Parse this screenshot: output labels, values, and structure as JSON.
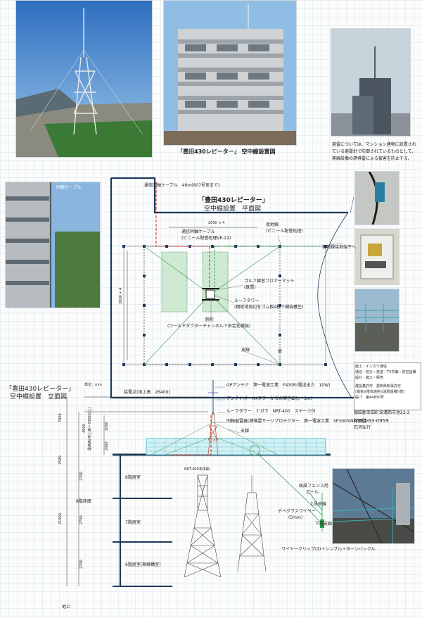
{
  "top": {
    "caption_title": "「豊田430レピーター」 空中線設置図",
    "note_lines": [
      "避雷については、マンション建物に設置され",
      "ている避雷針で防御されているものとして、",
      "無線設備の誘導雷による被害を防止する。"
    ]
  },
  "plan": {
    "title_line1": "「豊田430レピーター」",
    "title_line2": "空中線設置　平面図",
    "photo_label": "同軸ケーブル",
    "feed_cable": "通信同軸ケーブル　40m(607号室まで)",
    "cable_label_1": "通信同軸ケーブル",
    "cable_label_2": "(ビニール配管処理VE-22)",
    "ground_label_1": "接地線",
    "ground_label_2": "(ビニール配管処理)",
    "ground_terminal": "接地線接地端子へ",
    "dim_width": "2000 × 4",
    "dim_height": "2000 × 4",
    "mat_label_1": "ゴルフ練習フロアーマット",
    "mat_label_2": "(既置)",
    "tower_label_1": "ルーフタワー",
    "tower_label_2": "(鋼板地周辺をゴム板4枚で補強養生)",
    "beam_label_1": "腕桁",
    "beam_label_2": "(ワールドダクターチャンネルで安定化補強)",
    "guy_label": "支線",
    "fence_label": "扉"
  },
  "contractor": {
    "lines": [
      "施工：イシカワ通信",
      "通信・防災・放送・TV共聴・防犯設備",
      "設計・施工・販売",
      "",
      "建設業許可　愛知県知事許可",
      "(電気)(電気通信)(消防設備)(管)",
      "般-7　第44830号",
      "額田郡幸田町深溝西市池22-2",
      "0564-63-0959",
      "石河弘行"
    ]
  },
  "elevation": {
    "title_line1": "「豊田430レピーター」",
    "title_line2": "空中線設置　立面図",
    "unit": "単位：mm",
    "height_point": "給電点(地上高　26400)",
    "gp_antenna": "GPアンテナ　第一電波工業　F430R(電送出力　10W)",
    "pole_note": "アンテナポール(タワーからの突き出し　1m)",
    "roof_tower": "ルーフタワー　ナガラ　NRT-400　ステージ付",
    "arrester": "同軸避雷器(誘導雷サージプロテクター　第一電波工業　SP3000W防雨型)",
    "guy": "支線",
    "room8": "8階居室",
    "floor8": "8階床面",
    "room7": "7階居室",
    "room6": "6階居室(無線構室)",
    "ground": "地上",
    "dims": [
      "7000",
      "4900",
      "2000",
      "2000",
      "7500",
      "2700",
      "2700",
      "2700",
      "21000"
    ],
    "vertical_note": "最高高(地上高＝7000以上)",
    "nrt_caption": "NRT-400本体図",
    "fence_pole_1": "既設フェンス用",
    "fence_pole_2": "ポール",
    "upper_guy": "上段支線",
    "lower_guy": "下段支線",
    "wire_1": "デベグラスワイヤー",
    "wire_2": "(5mm)",
    "clip": "ワイヤークリップ(3)＋シンブル＋ターンバックル"
  },
  "colors": {
    "roof_line": "#1f3a5a",
    "cable_red": "#d8312c",
    "ground_green": "#2c9a4a",
    "fence_cyan": "#39b6c7"
  }
}
